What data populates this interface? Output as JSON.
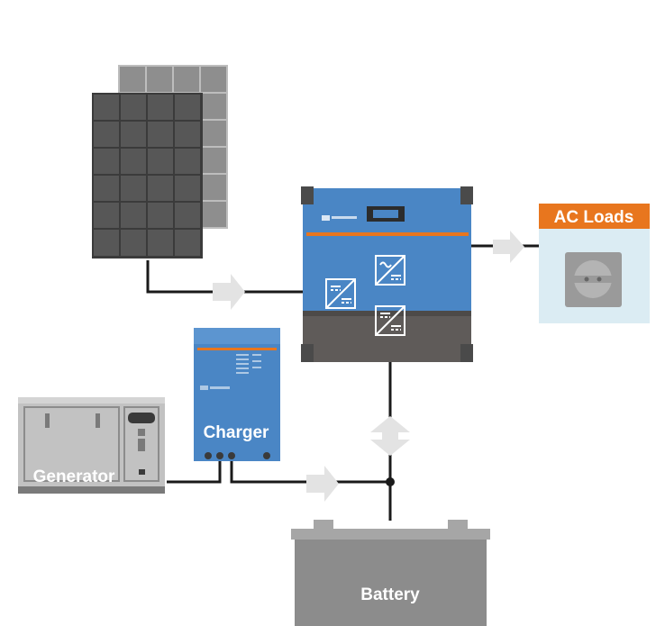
{
  "labels": {
    "ac_loads": "AC Loads",
    "charger": "Charger",
    "generator": "Generator",
    "battery": "Battery"
  },
  "colors": {
    "inverter_blue": "#4a86c5",
    "accent_orange": "#e8761e",
    "ac_loads_bg": "#dbecf3",
    "charger_blue": "#4a86c5",
    "panel_dark": "#555555",
    "battery_gray": "#8c8c8c",
    "wire": "#1a1a1a",
    "flow_arrow": "#e3e3e3"
  },
  "icons": {
    "solar": "solar-panel-icon",
    "socket": "power-socket-icon",
    "dc_dc": "dc-dc-converter-icon",
    "dc_ac": "dc-ac-converter-icon"
  }
}
